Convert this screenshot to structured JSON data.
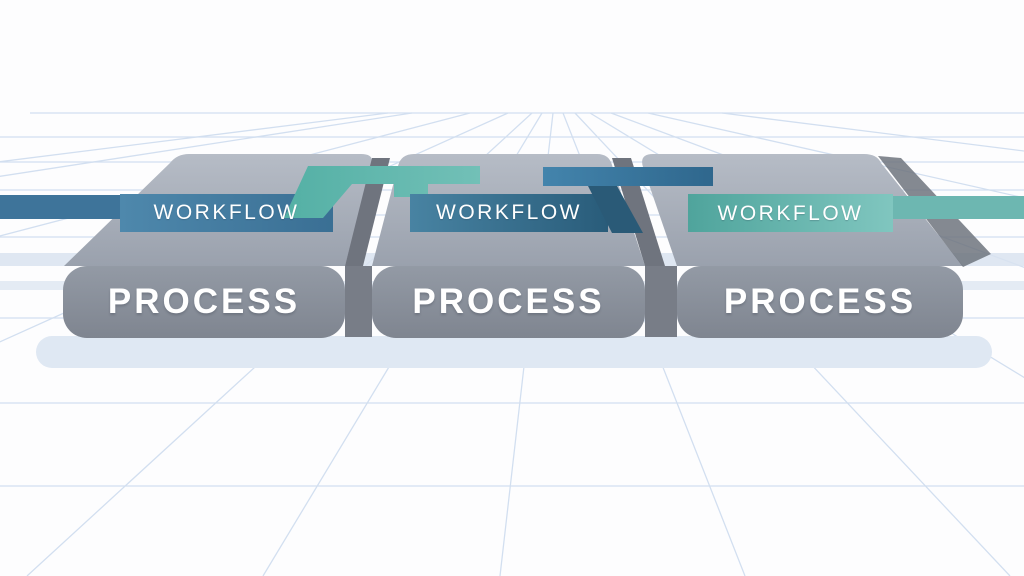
{
  "diagram": {
    "title": "workflow-process-diagram",
    "blocks": [
      {
        "workflow_label": "WORKFLOW",
        "process_label": "PROCESS"
      },
      {
        "workflow_label": "WORKFLOW",
        "process_label": "PROCESS"
      },
      {
        "workflow_label": "WORKFLOW",
        "process_label": "PROCESS"
      }
    ],
    "colors": {
      "background": "#fdfdfe",
      "grid_line": "#b9cde8",
      "floor_stripe": "#d9e3f0",
      "block_shadow": "#dfe8f3",
      "top_face_light": "#b6bcc6",
      "top_face_dark": "#9aa1ad",
      "front_face_light": "#939aa5",
      "front_face_dark": "#7f8590",
      "side_wall": "#6f747e",
      "gap_fill": "#787d87",
      "ribbon_left": "#3e749a",
      "band1_start": "#4e88ac",
      "band1_end": "#3a6f94",
      "teal_start": "#54b0a5",
      "teal_end": "#72c0b7",
      "band2_start": "#4883a2",
      "band2_end": "#295c7a",
      "blue_start": "#4384ac",
      "blue_end": "#2f678d",
      "blue_wedge": "#2a5a77",
      "band3_start": "#4fa49c",
      "band3_end": "#80c6bf",
      "ribbon_right": "#6db7b1",
      "label_text": "#ffffff"
    }
  }
}
